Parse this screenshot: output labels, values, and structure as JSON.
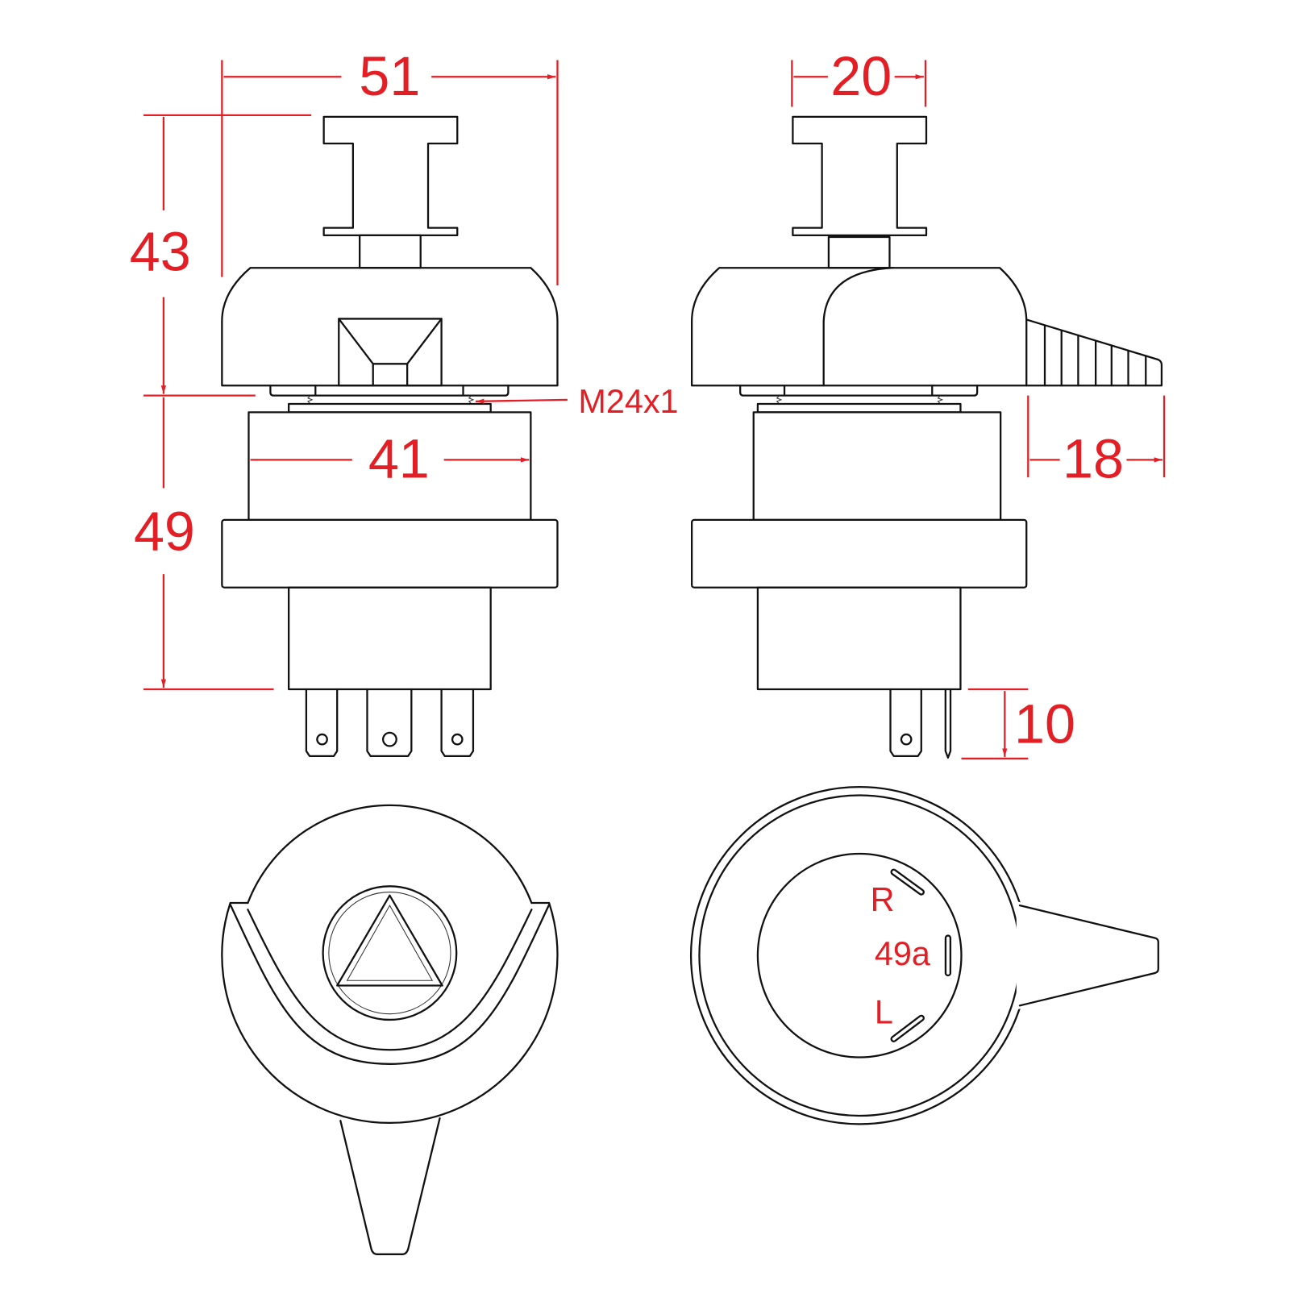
{
  "drawing": {
    "title": "Rotary switch dimensional drawing",
    "dimensions": {
      "overall_width": "51",
      "knob_width": "20",
      "upper_height": "43",
      "lower_height": "49",
      "body_width": "41",
      "handle_length": "18",
      "terminal_length": "10",
      "thread": "M24x1"
    },
    "terminals": {
      "r": "R",
      "center": "49a",
      "l": "L"
    },
    "colors": {
      "dimension": "#e31e24",
      "outline": "#111111"
    }
  }
}
